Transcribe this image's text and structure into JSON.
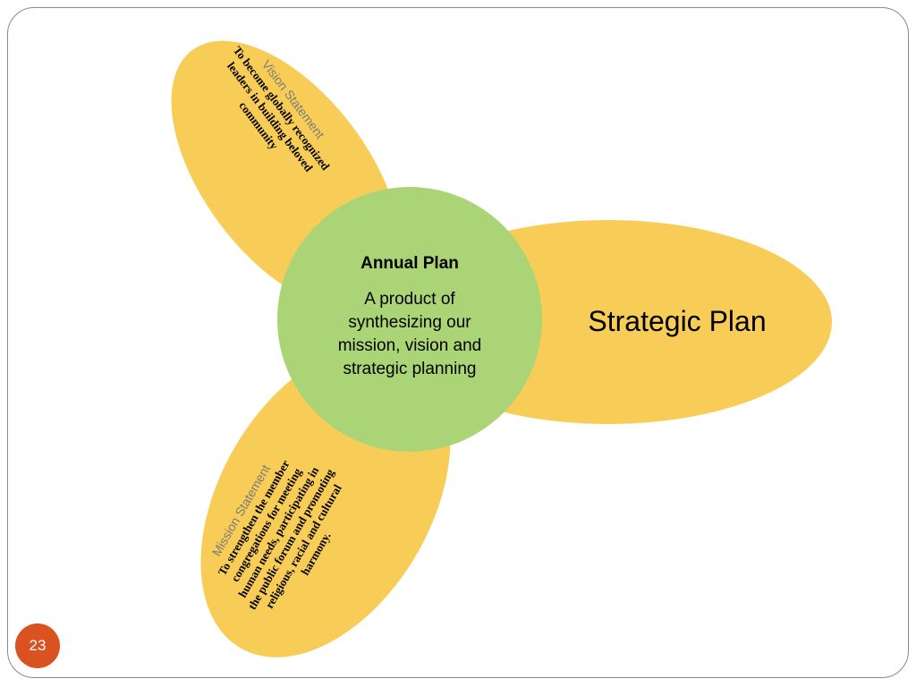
{
  "colors": {
    "petal": "#f8cd57",
    "center": "#aad475",
    "heading": "#7a7a7a",
    "text": "#000000",
    "badge": "#d9521f",
    "frame": "#8a8a8a"
  },
  "center": {
    "title": "Annual Plan",
    "lines": [
      "A product of",
      "synthesizing our",
      "mission, vision and",
      "strategic planning"
    ]
  },
  "strategic": {
    "label": "Strategic Plan"
  },
  "vision": {
    "heading": "Vision Statement",
    "lines": [
      "To become globally recognized",
      "leaders in building beloved",
      "community"
    ]
  },
  "mission": {
    "heading": "Mission Statement",
    "lines": [
      "To strengthen the member",
      "congregations for meeting",
      "human needs, participating in",
      "the public forum and promoting",
      "religious, racial and cultural",
      "harmony."
    ]
  },
  "page_number": "23"
}
